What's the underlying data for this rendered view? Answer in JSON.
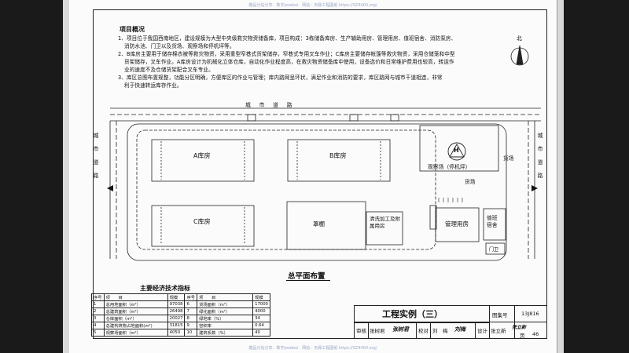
{
  "watermark": "酷品分站分享：数字Josebul · 网站：天籁工程图纸 https://SZ4400.org/",
  "description": {
    "title": "项目概况",
    "lines": [
      "1、项目位于我国西南地区，建设规模为大型中央级救灾物资储备库，项目构成：3栋储备库房、生产辅助用房、管理用房、值班宿舍、消防泵房、",
      "消防水池、门卫以及货场、观察场和停机坪等。",
      "2、B库房主要用于储存棉衣被等救灾物资，采用重型窄巷式货架储存，窄巷式专用叉车作业；C库房主要储存帐篷等救灾物资，采用仓储笼和中型",
      "货架储存，叉车作业。A库房设计为机械化立体仓库，自动化作业程度高，在救灾物资储备库中使用，设备选价和日常维护费用也较高，转运作",
      "业的速度不及仓储货架配合叉车专业。",
      "3、库区总图布置规整，功能分区明确，方便库区的作业与管理；库内路网呈环状，满足作业和消防的要求，库区路网与城市干道相连，非常",
      "利于快速转运库存作业。"
    ]
  },
  "plan": {
    "compass": "北",
    "road_top": "城　市　道　路",
    "road_left": "城市道路",
    "road_right": "城市道路",
    "buildings": {
      "a": "A库房",
      "b": "B库房",
      "c": "C库房",
      "canopy": "罩棚",
      "cleaning": "清洗加工及附属用房",
      "helipad": "观察场（停机坪）",
      "helipad_symbol": "H",
      "yard_top": "货场",
      "yard_mid": "货场",
      "mgmt": "管理用房",
      "duty": "值班宿舍",
      "guard": "门卫"
    },
    "title": "总平面布置"
  },
  "index_table": {
    "title": "主要经济技术指标",
    "headers": [
      "序号",
      "项　　目",
      "规模",
      "序号",
      "项　　目",
      "规模"
    ],
    "rows": [
      [
        "1",
        "总用地面积（m²）",
        "97038",
        "6",
        "货场面积（m²）",
        "17000"
      ],
      [
        "2",
        "总建筑面积（m²）",
        "26498",
        "7",
        "绿化面积（m²）",
        "4000"
      ],
      [
        "3",
        "仓库面积（m²）",
        "20027",
        "8",
        "绿地率（%）",
        "34"
      ],
      [
        "4",
        "总建构筑物占地面积(m²)",
        "31815",
        "9",
        "容积率",
        "0.64"
      ],
      [
        "5",
        "观察场面积（m²）",
        "4050",
        "10",
        "建筑系数（%）",
        "40"
      ]
    ]
  },
  "title_block": {
    "main_title": "工程实例（三）",
    "atlas_label": "图集号",
    "atlas_no": "13J816",
    "review_label": "审核",
    "review_name": "张树君",
    "review_sig": "张树君",
    "check_label": "校对",
    "check_name": "刘　梅",
    "check_sig": "刘梅",
    "design_label": "设计",
    "design_name": "张立新",
    "design_sig": "张立新",
    "page_label": "页",
    "page_no": "46"
  }
}
